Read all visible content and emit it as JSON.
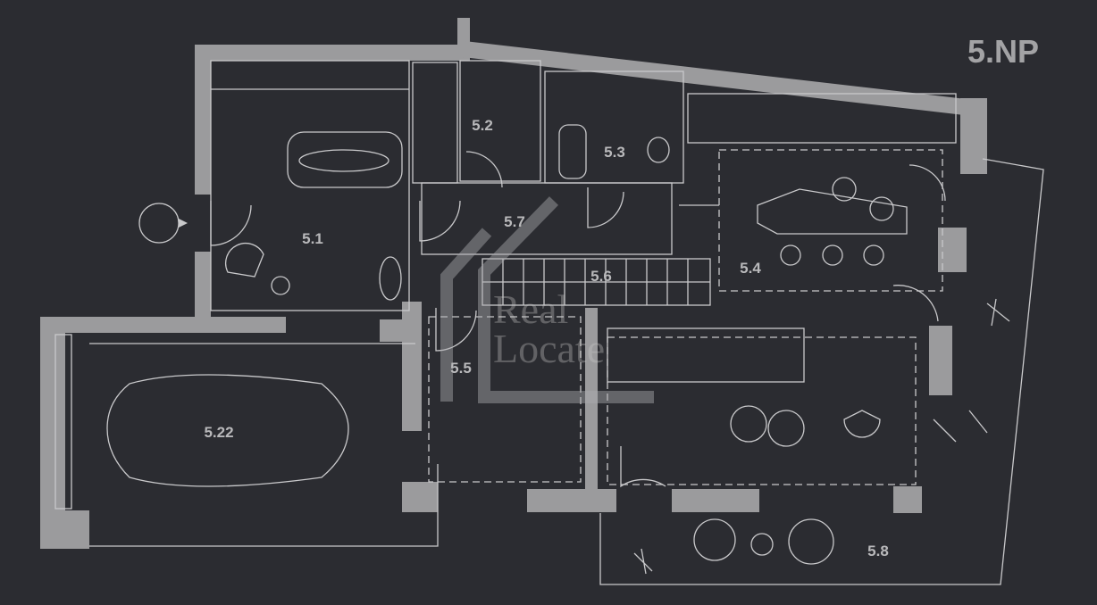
{
  "floor_label": "5.NP",
  "rooms": [
    {
      "id": "5.1"
    },
    {
      "id": "5.2"
    },
    {
      "id": "5.3"
    },
    {
      "id": "5.7"
    },
    {
      "id": "5.6"
    },
    {
      "id": "5.4"
    },
    {
      "id": "5.5"
    },
    {
      "id": "5.22"
    },
    {
      "id": "5.8"
    }
  ],
  "watermark": {
    "line1": "Real",
    "line2": "Locate"
  },
  "colors": {
    "background": "#2b2c31",
    "wall": "#9b9b9d",
    "line": "#c9c9cb"
  }
}
